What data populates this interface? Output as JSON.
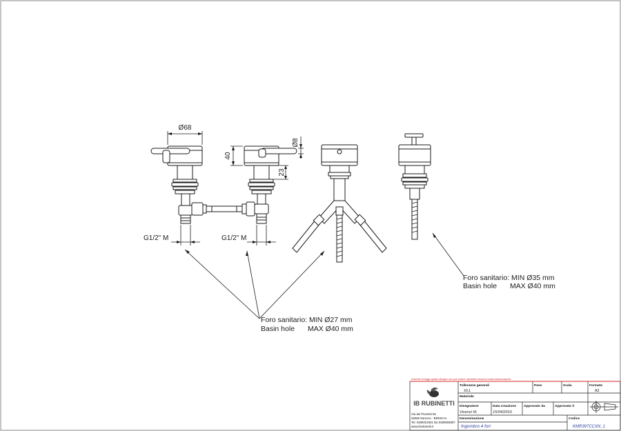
{
  "drawing": {
    "dimensions": {
      "diameter_top": "Ø68",
      "height_body": "40",
      "diameter_lever": "Ø8",
      "height_stem": "23",
      "thread_left": "G1/2\" M",
      "thread_right": "G1/2\" M"
    },
    "notes": {
      "left": {
        "line1": "Foro sanitario: MIN Ø27 mm",
        "line2_label": "Basin hole",
        "line2_value": "MAX Ø40 mm"
      },
      "right": {
        "line1": "Foro sanitario: MIN Ø35 mm",
        "line2_label": "Basin hole",
        "line2_value": "MAX Ø40 mm"
      }
    }
  },
  "title_block": {
    "warning": "A termini di legge questo disegno non può essere riprodotto senza la nostra autorizzazione",
    "brand": "IB RUBINETTI",
    "address": [
      "Via dei Piumetti 55",
      "25068 Sarezzo - BRESCIA",
      "Tel. 0308021501 fax 0308006097",
      "www.ibrubinetti.it"
    ],
    "headers": {
      "tolleranze": "Tolleranze generali",
      "peso": "Peso",
      "scala": "Scala",
      "formato": "Formato",
      "materiale": "Materiale",
      "disegnatore": "Disegnatore",
      "data_creazione": "Data creazione",
      "approvato_da": "Approvato da",
      "approvato_il": "Approvato il",
      "denominazione": "Denominazione",
      "codice": "Codice"
    },
    "values": {
      "tolleranze": "±0,1",
      "formato": "A3",
      "disegnatore": "Vivenzi M.",
      "data_creazione": "15/04/2016",
      "denominazione": "Ingombro 4 fori",
      "codice": "KMR397CCXN_1"
    }
  }
}
